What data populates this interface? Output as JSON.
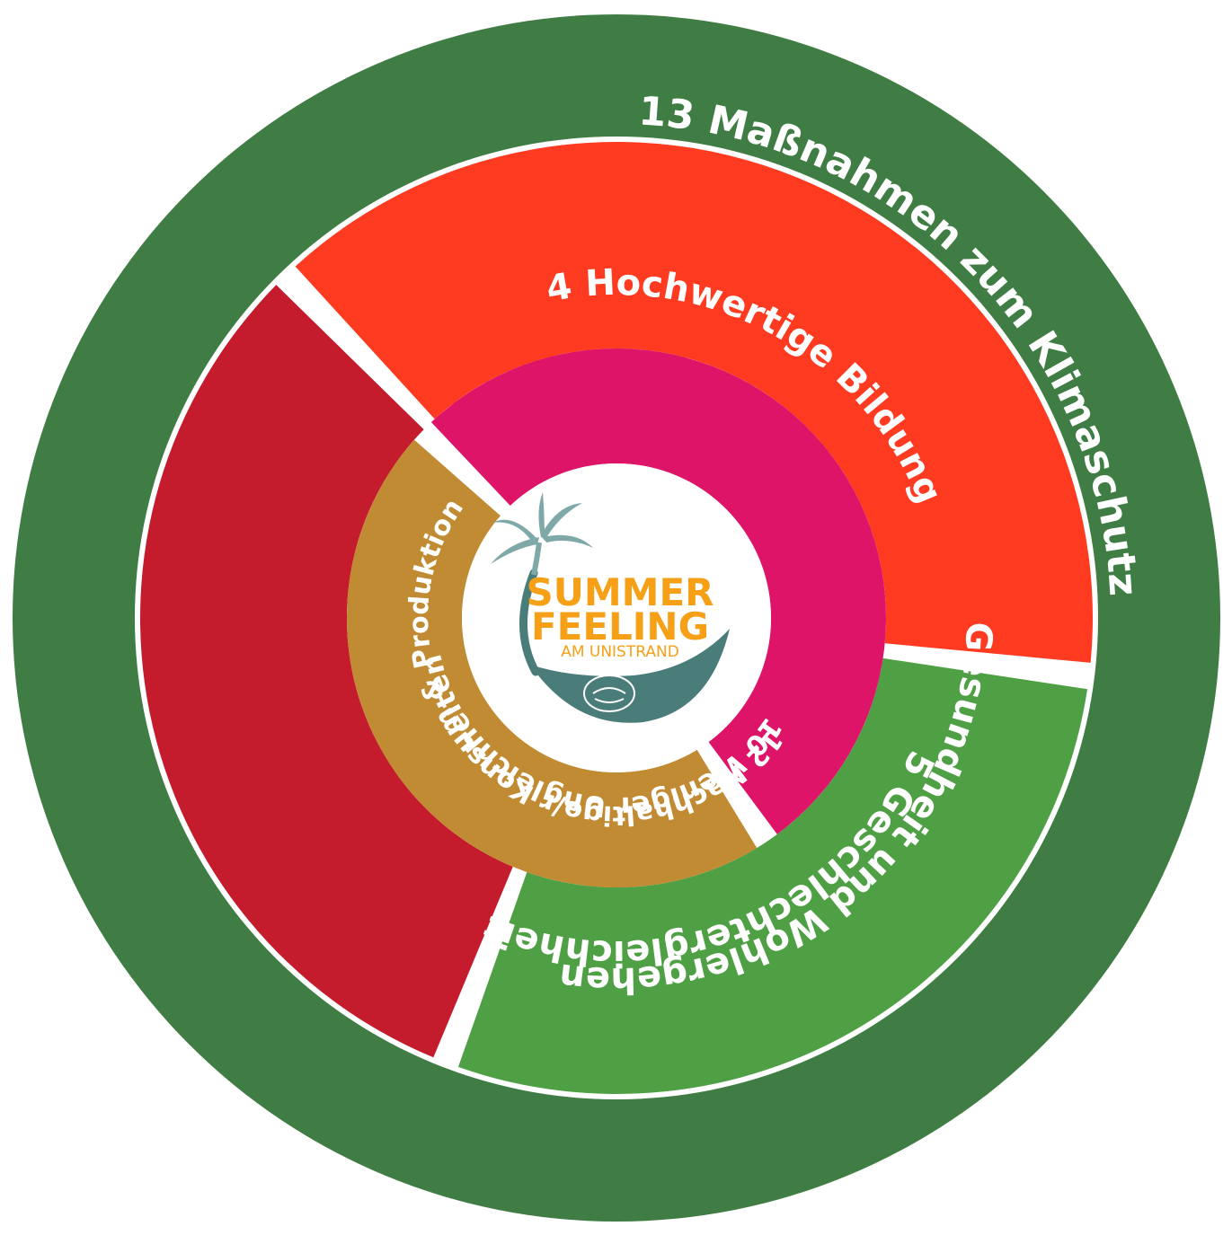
{
  "colors": {
    "outer_ring": "#3f7d44",
    "separator": "#ffffff",
    "goal_4": "#c41b2d",
    "goal_5": "#fe3b20",
    "goal_3": "#4fa045",
    "goal_12": "#c08b32",
    "goal_10": "#dd1467",
    "logo_orange": "#f5a016",
    "logo_teal": "#4a7d7a",
    "logo_palm": "#7fa9a8"
  },
  "outer_ring": {
    "label": "13 Maßnahmen zum Klimaschutz"
  },
  "middle_ring": [
    {
      "id": "goal-5",
      "label": "5 Geschlechtergleichheit",
      "color_key": "goal_5"
    },
    {
      "id": "goal-3",
      "label": "3 Gesundheit und Wohlergehen",
      "color_key": "goal_3"
    },
    {
      "id": "goal-4",
      "label": "4 Hochwertige Bildung",
      "color_key": "goal_4"
    }
  ],
  "inner_ring": [
    {
      "id": "goal-10",
      "label": "10 Weniger Ungleichheiten",
      "color_key": "goal_10"
    },
    {
      "id": "goal-12",
      "label": "12 Nachhaltige/r Konsum & Produktion",
      "color_key": "goal_12"
    }
  ],
  "logo": {
    "line1": "SUMMER",
    "line2": "FEELING",
    "line3": "AM UNISTRAND",
    "badge_icon": "badge-emblem-icon",
    "palm_icon": "palm-tree-icon"
  }
}
